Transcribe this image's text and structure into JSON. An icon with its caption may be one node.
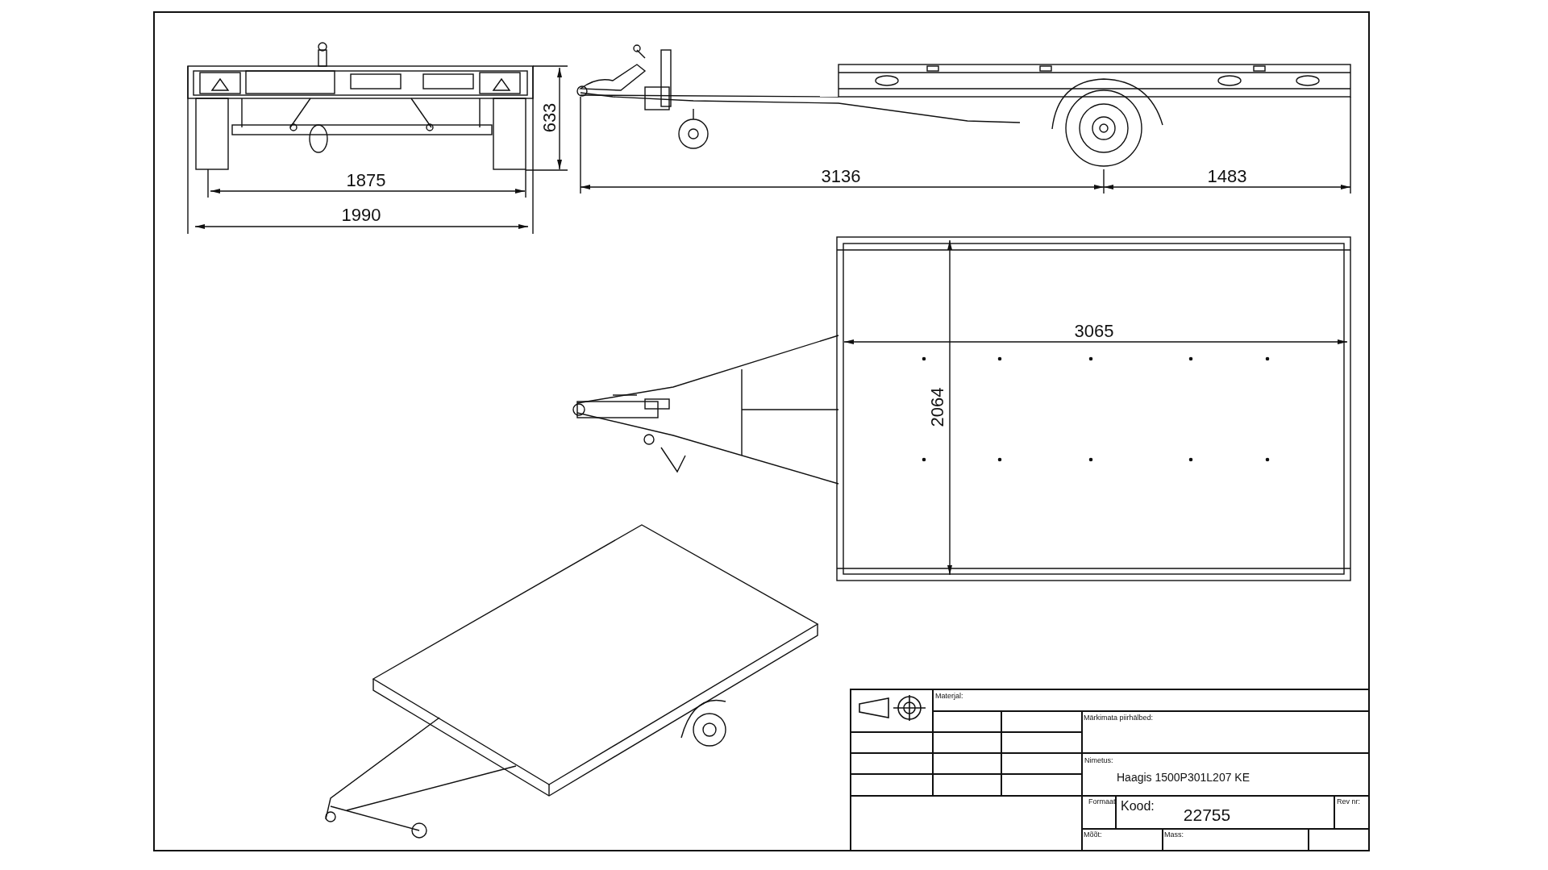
{
  "diagram": {
    "labels": [
      "633",
      "1875",
      "1990",
      "3136",
      "1483",
      "3065",
      "2064",
      "Materjal:",
      "Märkimata piirhälbed:",
      "Nimetus:",
      "Haagis 1500P301L207 KE",
      "Formaat",
      "Kood:",
      "22755",
      "Rev nr:",
      "Mõõt:",
      "Mass:"
    ]
  }
}
